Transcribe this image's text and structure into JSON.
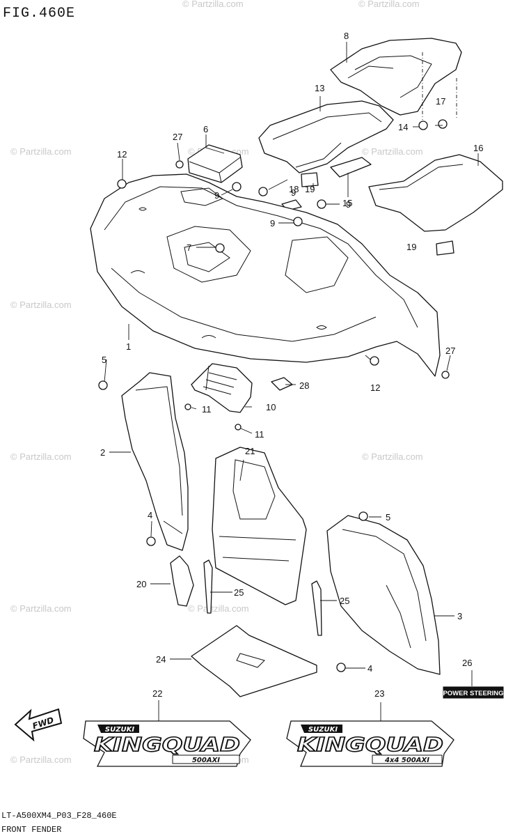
{
  "header": {
    "figure_title": "FIG.460E"
  },
  "footer": {
    "code": "LT-A500XM4_P03_F28_460E",
    "caption": "FRONT FENDER"
  },
  "watermark": {
    "text": "© Partzilla.com"
  },
  "decals": {
    "brand": "SUZUKI",
    "model": "KINGQUAD",
    "left_sub": "500AXI",
    "right_sub": "4x4 500AXI"
  },
  "power_steering_label": "POWER STEERING",
  "fwd_label": "FWD",
  "callouts": {
    "c1": "1",
    "c2": "2",
    "c3": "3",
    "c4a": "4",
    "c4b": "4",
    "c5a": "5",
    "c5b": "5",
    "c6": "6",
    "c7": "7",
    "c8": "8",
    "c9a": "9",
    "c9b": "9",
    "c9c": "9",
    "c9d": "9",
    "c10": "10",
    "c11a": "11",
    "c11b": "11",
    "c12a": "12",
    "c12b": "12",
    "c13": "13",
    "c14": "14",
    "c15": "15",
    "c16": "16",
    "c17": "17",
    "c18": "18",
    "c19a": "19",
    "c19b": "19",
    "c20": "20",
    "c21": "21",
    "c22": "22",
    "c23": "23",
    "c24": "24",
    "c25a": "25",
    "c25b": "25",
    "c26": "26",
    "c27a": "27",
    "c27b": "27",
    "c28": "28"
  }
}
